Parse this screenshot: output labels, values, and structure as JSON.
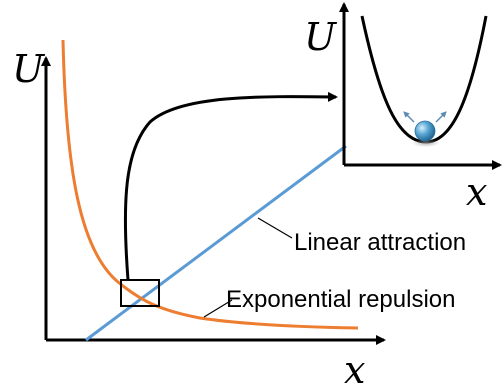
{
  "main_axes": {
    "y_label": "U",
    "x_label": "x"
  },
  "inset_axes": {
    "y_label": "U",
    "x_label": "x"
  },
  "curves": {
    "linear": {
      "label": "Linear attraction",
      "color": "#5b9bd5"
    },
    "exponential": {
      "label": "Exponential repulsion",
      "color": "#ed7d31"
    }
  },
  "colors": {
    "axes": "#000000",
    "ball": "#5aa9d6",
    "ball_arrows": "#5b8ab3"
  }
}
